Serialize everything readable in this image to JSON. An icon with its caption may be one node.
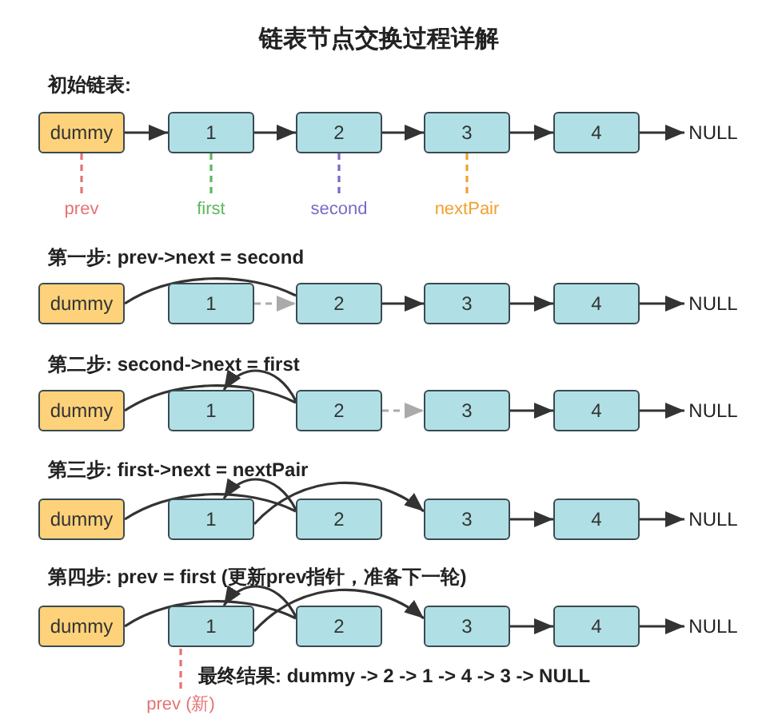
{
  "diagram": {
    "title": "链表节点交换过程详解",
    "nodes": [
      {
        "text": [
          "dummy"
        ]
      },
      {
        "text": [
          "1"
        ]
      },
      {
        "text": [
          "2"
        ]
      },
      {
        "text": [
          "3"
        ]
      },
      {
        "text": [
          "4"
        ]
      },
      {
        "text": [
          "NULL"
        ]
      },
      {
        "text": [
          "prev"
        ]
      },
      {
        "text": [
          "first"
        ]
      },
      {
        "text": [
          "second"
        ]
      },
      {
        "text": [
          "nextPair"
        ]
      },
      {
        "text": [
          "dummy"
        ]
      },
      {
        "text": [
          "1"
        ]
      },
      {
        "text": [
          "2"
        ]
      },
      {
        "text": [
          "3"
        ]
      },
      {
        "text": [
          "4"
        ]
      },
      {
        "text": [
          "NULL"
        ]
      },
      {
        "text": [
          "dummy"
        ]
      },
      {
        "text": [
          "1"
        ]
      },
      {
        "text": [
          "2"
        ]
      },
      {
        "text": [
          "3"
        ]
      },
      {
        "text": [
          "4"
        ]
      },
      {
        "text": [
          "NULL"
        ]
      },
      {
        "text": [
          "dummy"
        ]
      },
      {
        "text": [
          "1"
        ]
      },
      {
        "text": [
          "2"
        ]
      },
      {
        "text": [
          "3"
        ]
      },
      {
        "text": [
          "4"
        ]
      },
      {
        "text": [
          "NULL"
        ]
      },
      {
        "text": [
          "dummy"
        ]
      },
      {
        "text": [
          "1"
        ]
      },
      {
        "text": [
          "2"
        ]
      },
      {
        "text": [
          "3"
        ]
      },
      {
        "text": [
          "4"
        ]
      },
      {
        "text": [
          "NULL"
        ]
      },
      {
        "text": [
          "prev (新)"
        ]
      }
    ],
    "edges": [
      {
        "from": 0,
        "to": 1,
        "arrow": "to"
      },
      {
        "from": 1,
        "to": 2,
        "arrow": "to"
      },
      {
        "from": 2,
        "to": 3,
        "arrow": "to"
      },
      {
        "from": 3,
        "to": 4,
        "arrow": "to"
      },
      {
        "from": 4,
        "to": 5,
        "arrow": "to"
      },
      {
        "from": 6,
        "to": 0,
        "arrow": "none",
        "style": "dashed",
        "color": "#e57373"
      },
      {
        "from": 7,
        "to": 1,
        "arrow": "none",
        "style": "dashed",
        "color": "#5cb85c"
      },
      {
        "from": 8,
        "to": 2,
        "arrow": "none",
        "style": "dashed",
        "color": "#7b68c8"
      },
      {
        "from": 9,
        "to": 3,
        "arrow": "none",
        "style": "dashed",
        "color": "#f0a030"
      },
      {
        "from": 10,
        "to": 12,
        "arrow": "none"
      },
      {
        "from": 11,
        "to": 12,
        "arrow": "to",
        "style": "dashed",
        "color": "#aaaaaa"
      },
      {
        "from": 12,
        "to": 13,
        "arrow": "to"
      },
      {
        "from": 13,
        "to": 14,
        "arrow": "to"
      },
      {
        "from": 14,
        "to": 15,
        "arrow": "to"
      },
      {
        "from": 16,
        "to": 18,
        "arrow": "none"
      },
      {
        "from": 18,
        "to": 17,
        "arrow": "to"
      },
      {
        "from": 18,
        "to": 19,
        "arrow": "to",
        "style": "dashed",
        "color": "#aaaaaa"
      },
      {
        "from": 19,
        "to": 20,
        "arrow": "to"
      },
      {
        "from": 20,
        "to": 21,
        "arrow": "to"
      },
      {
        "from": 22,
        "to": 24,
        "arrow": "none"
      },
      {
        "from": 24,
        "to": 23,
        "arrow": "to"
      },
      {
        "from": 23,
        "to": 25,
        "arrow": "to"
      },
      {
        "from": 25,
        "to": 26,
        "arrow": "to"
      },
      {
        "from": 26,
        "to": 27,
        "arrow": "to"
      },
      {
        "from": 28,
        "to": 30,
        "arrow": "none"
      },
      {
        "from": 30,
        "to": 29,
        "arrow": "to"
      },
      {
        "from": 29,
        "to": 31,
        "arrow": "to"
      },
      {
        "from": 31,
        "to": 32,
        "arrow": "to"
      },
      {
        "from": 32,
        "to": 33,
        "arrow": "to"
      },
      {
        "from": 34,
        "to": 29,
        "arrow": "none",
        "style": "dashed",
        "color": "#e57373"
      }
    ],
    "labels": [
      "初始链表:",
      "第一步: prev->next = second",
      "第二步: second->next = first",
      "第三步: first->next = nextPair",
      "第四步: prev = first (更新prev指针，准备下一轮)",
      "最终结果: dummy -> 2 -> 1 -> 4 -> 3 -> NULL"
    ]
  }
}
